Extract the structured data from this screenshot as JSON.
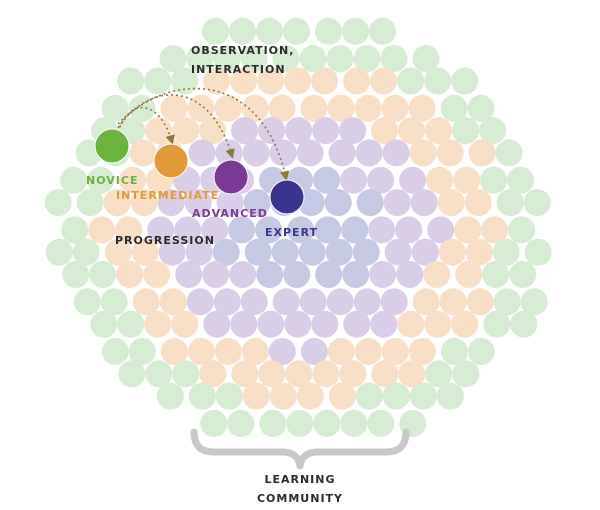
{
  "labels": {
    "observation_line1": "OBSERVATION,",
    "observation_line2": "INTERACTION",
    "progression": "PROGRESSION",
    "community_line1": "LEARNING",
    "community_line2": "COMMUNITY"
  },
  "stages": [
    {
      "key": "novice",
      "label": "NOVICE",
      "color": "#6ab43e"
    },
    {
      "key": "intermediate",
      "label": "INTERMEDIATE",
      "color": "#e19a37"
    },
    {
      "key": "advanced",
      "label": "ADVANCED",
      "color": "#7a3a96"
    },
    {
      "key": "expert",
      "label": "EXPERT",
      "color": "#3b3590"
    }
  ],
  "colors": {
    "outer_ring": "#d6ecd3",
    "middle_ring": "#f9dfc6",
    "inner_ring": "#d9cde8",
    "core": "#c6c9e3",
    "text_dark": "#2b2b2b",
    "brace": "#c8c8c8",
    "arrow": "#8c7a3a"
  }
}
